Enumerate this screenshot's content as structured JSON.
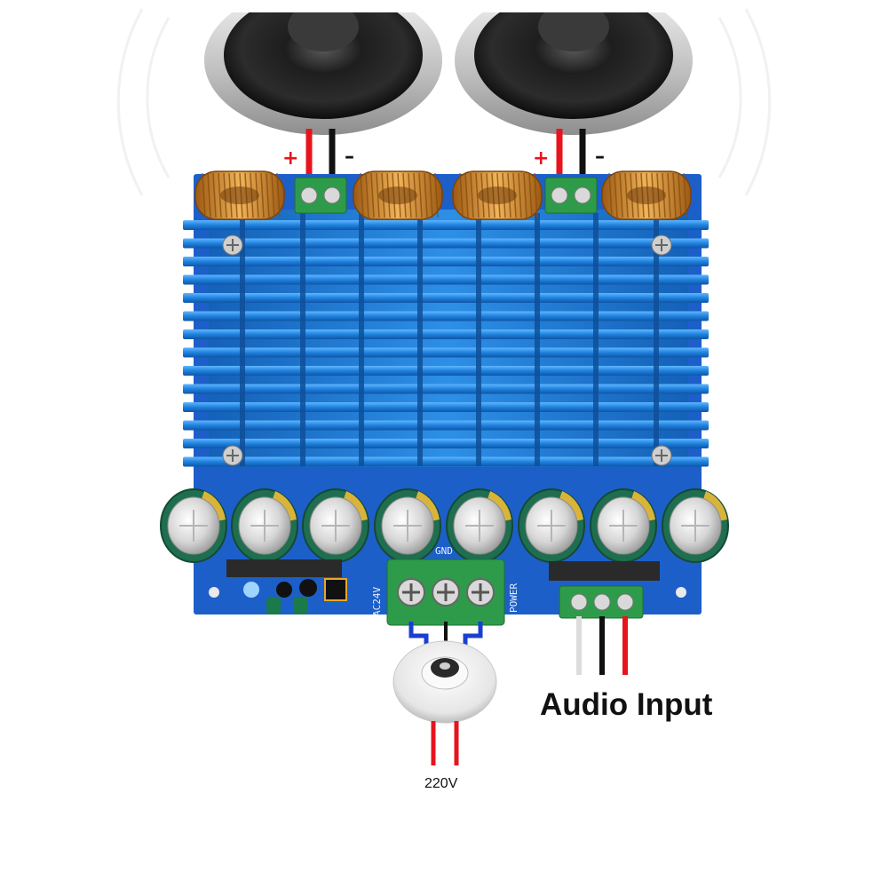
{
  "labels": {
    "audio_input": "Audio Input",
    "mains_voltage": "220V",
    "plus": "+",
    "minus": "–"
  },
  "silkscreen": {
    "ac_input": "AC24V",
    "ground": "GND",
    "power": "POWER"
  },
  "colors": {
    "heatsink": "#1f7fd6",
    "pcb": "#1d5fc9",
    "wire_positive": "#e8141c",
    "wire_negative": "#111111",
    "wire_ac": "#1a3fd0",
    "terminal_green": "#2e9b4a",
    "capacitor_green": "#1f6e4f",
    "inductor_copper": "#d08a2a"
  },
  "icons": {
    "speaker": "speaker-icon",
    "toroidal_transformer": "transformer-icon",
    "inductor": "inductor-icon",
    "capacitor": "capacitor-icon",
    "screw_terminal": "terminal-icon"
  }
}
